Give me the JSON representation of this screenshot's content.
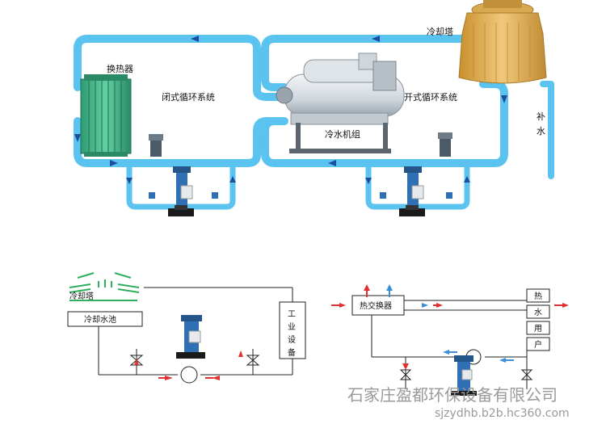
{
  "top_diagram": {
    "heat_exchanger_label": "换热器",
    "closed_loop_label": "闭式循环系统",
    "open_loop_label": "开式循环系统",
    "chiller_label": "冷水机组",
    "cooling_tower_label": "冷却塔",
    "makeup_water_label_1": "补",
    "makeup_water_label_2": "水"
  },
  "bottom_left_diagram": {
    "cooling_tower_label": "冷却塔",
    "cooling_pool_label": "冷却水池",
    "equipment_chars": [
      "工",
      "业",
      "设",
      "备"
    ]
  },
  "bottom_right_diagram": {
    "heat_exchanger_label": "热交换器",
    "user_chars": [
      "热",
      "水",
      "用",
      "户"
    ]
  },
  "watermark": {
    "company": "石家庄盈都环保设备有限公司",
    "url": "sjzydhb.b2b.hc360.com"
  },
  "colors": {
    "pipe": "#5bc3f0",
    "pipe_dark": "#1e88c8",
    "flow_arrow": "#1a4fa0",
    "red_arrow": "#e03030",
    "exchanger": "#3fb58a",
    "tower_body": "#e8b85a"
  },
  "icons": [
    "flow-arrow-icon",
    "valve-icon",
    "pump-icon",
    "water-treatment-unit-icon"
  ]
}
